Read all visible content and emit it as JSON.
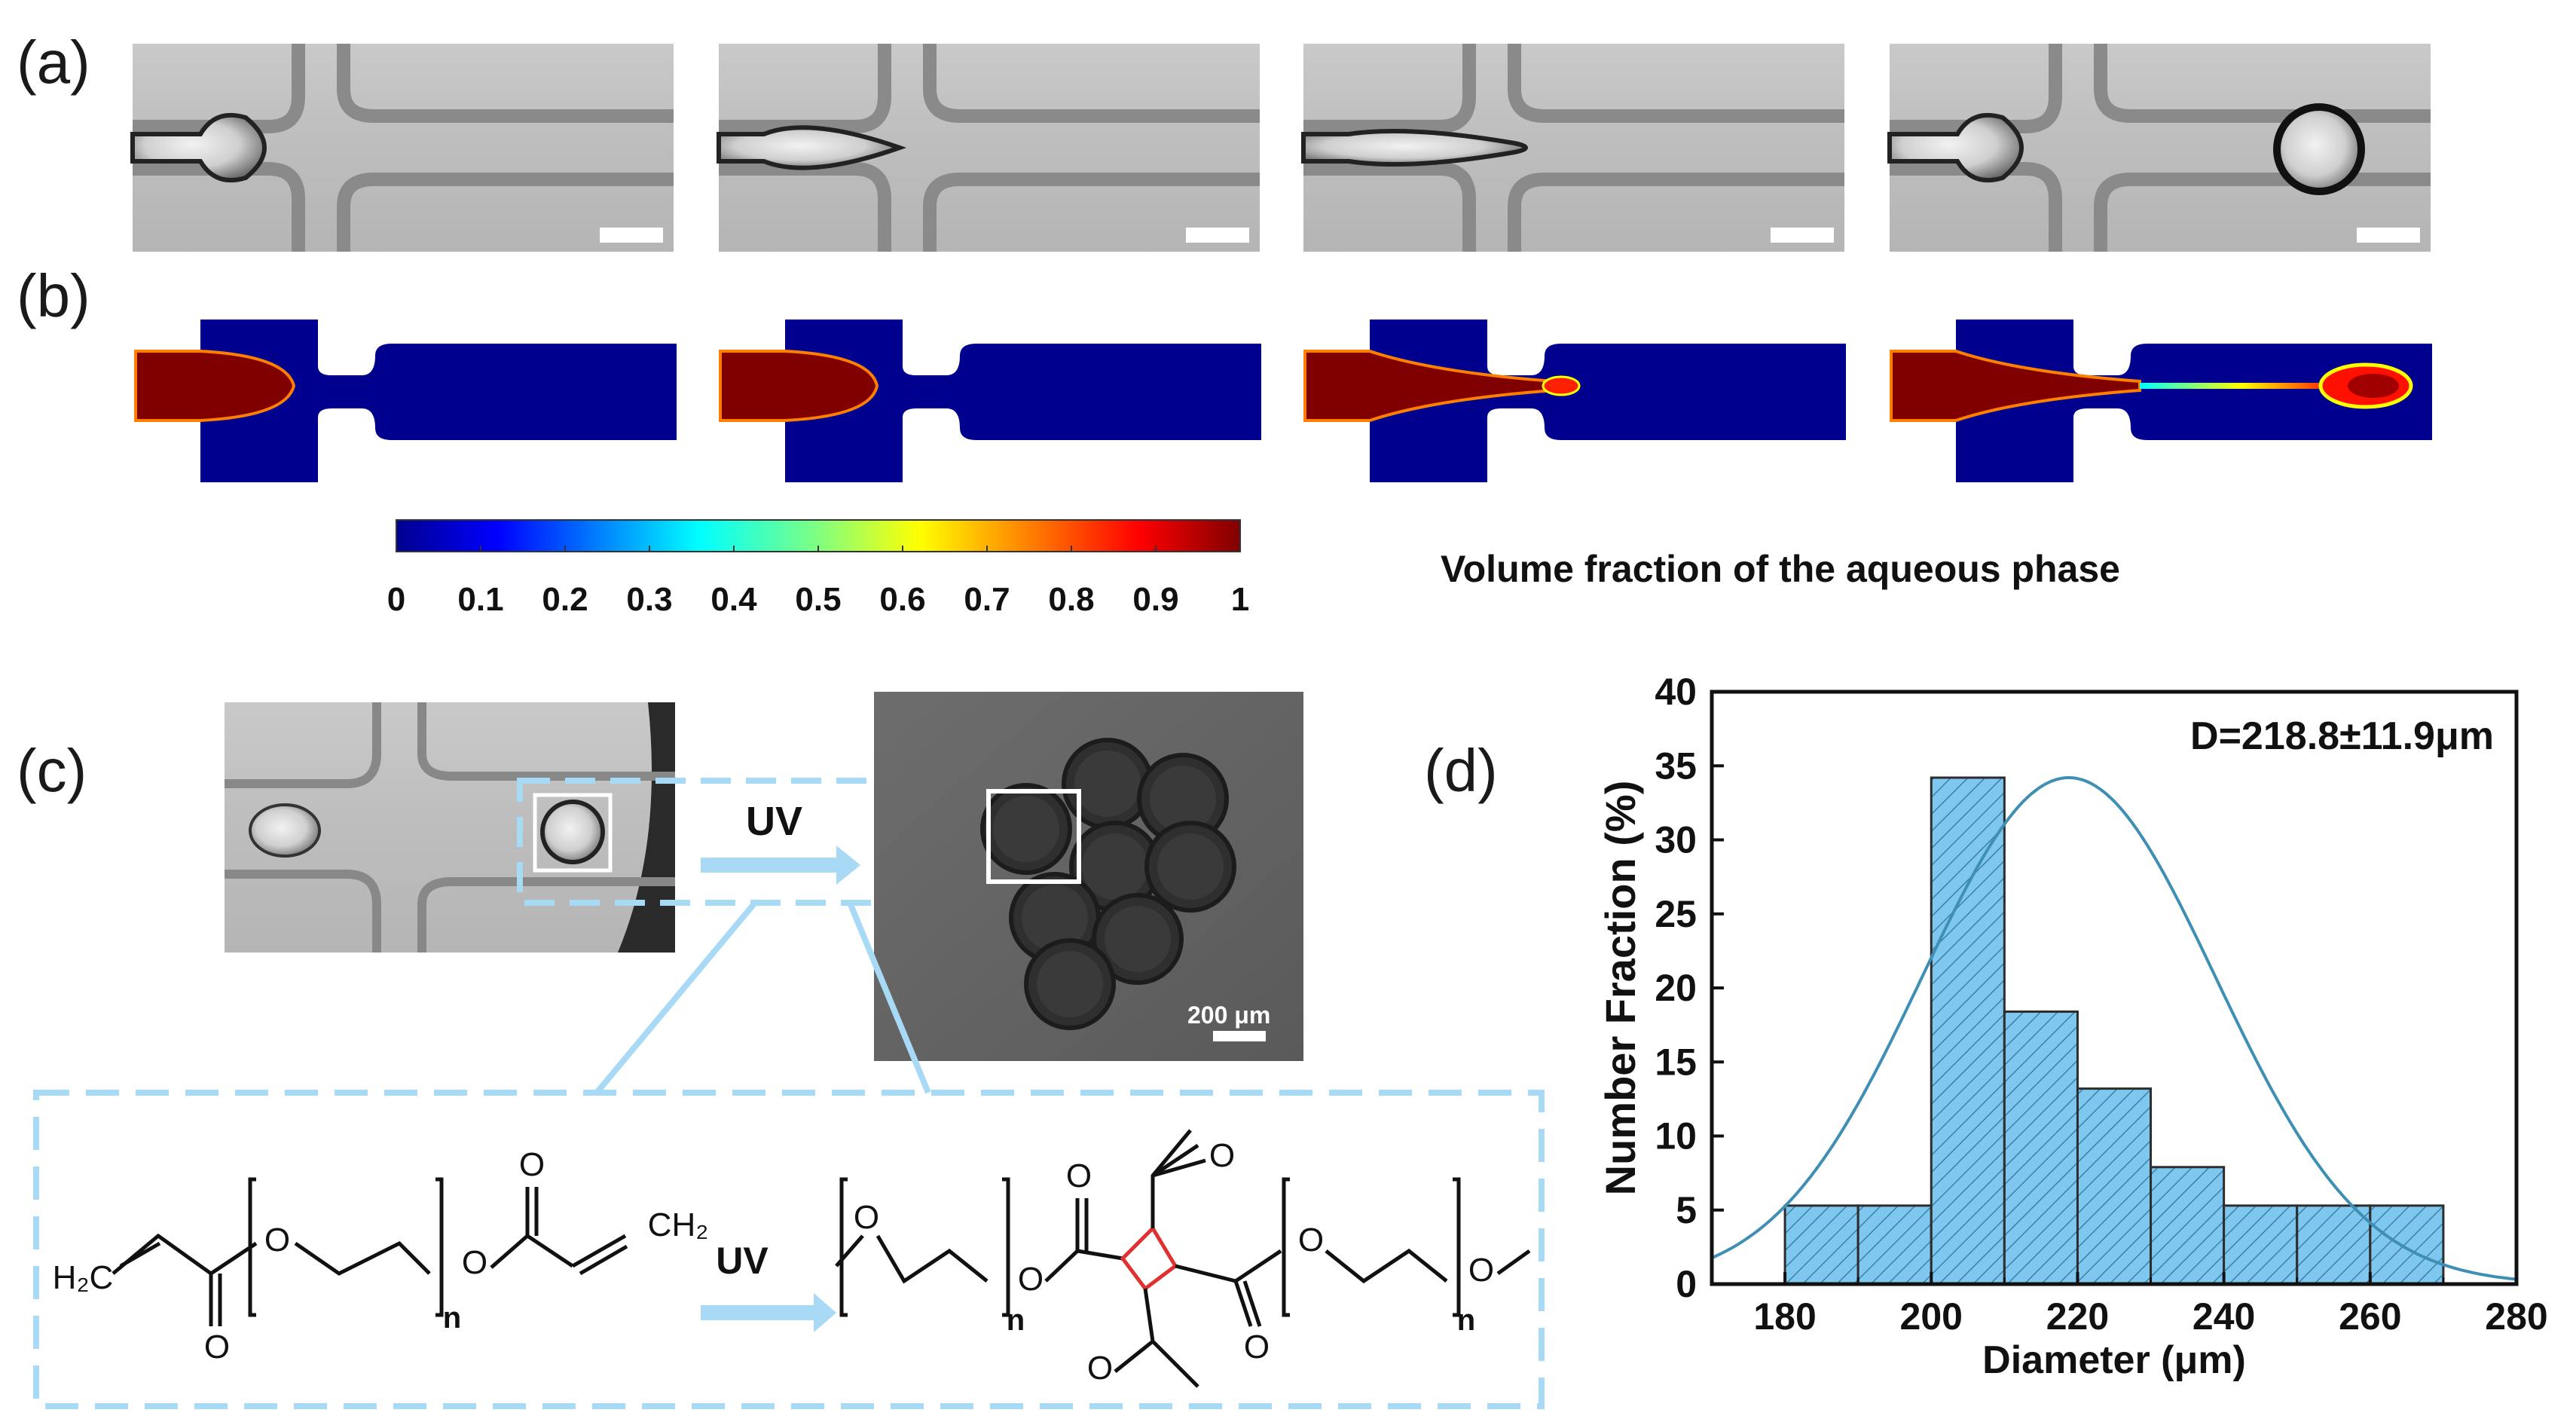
{
  "panels": {
    "a": "(a)",
    "b": "(b)",
    "c": "(c)",
    "d": "(d)"
  },
  "colorbar": {
    "ticks": [
      "0",
      "0.1",
      "0.2",
      "0.3",
      "0.4",
      "0.5",
      "0.6",
      "0.7",
      "0.8",
      "0.9",
      "1"
    ],
    "title": "Volume fraction of the aqueous phase",
    "colors": [
      "#00008f",
      "#0000ff",
      "#0080ff",
      "#00ffff",
      "#80ff80",
      "#ffff00",
      "#ff8000",
      "#ff0000",
      "#800000"
    ]
  },
  "panel_c": {
    "uv_arrow_label": "UV",
    "scale_bar_label": "200 μm",
    "reaction_uv_label": "UV",
    "chem": {
      "h2c": "H₂C",
      "ch2": "CH₂",
      "o": "O",
      "n": "n"
    }
  },
  "chart_data": {
    "type": "bar",
    "xlabel": "Diameter (μm)",
    "ylabel": "Number Fraction (%)",
    "annotation": "D=218.8±11.9μm",
    "xlim": [
      170,
      280
    ],
    "ylim": [
      0,
      40
    ],
    "xticks": [
      180,
      200,
      220,
      240,
      260,
      280
    ],
    "yticks": [
      0,
      5,
      10,
      15,
      20,
      25,
      30,
      35,
      40
    ],
    "bins": [
      [
        180,
        190
      ],
      [
        190,
        200
      ],
      [
        200,
        210
      ],
      [
        210,
        220
      ],
      [
        220,
        230
      ],
      [
        230,
        240
      ],
      [
        240,
        250
      ],
      [
        250,
        260
      ],
      [
        260,
        270
      ]
    ],
    "values": [
      5.3,
      5.3,
      34.2,
      18.4,
      13.2,
      7.9,
      5.3,
      5.3,
      5.3
    ],
    "fit": {
      "type": "gaussian",
      "mean": 218.8,
      "peak": 34.2
    },
    "bar_color": "#7ec8f0",
    "line_color": "#3f8fb5"
  }
}
